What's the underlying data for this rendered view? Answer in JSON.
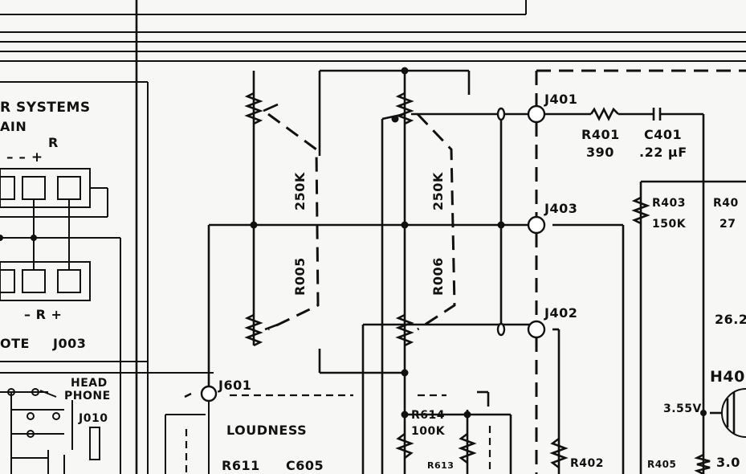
{
  "labels": {
    "systems": "R  SYSTEMS",
    "main": "AIN",
    "r_top": "R",
    "pm_top": "–  –  +",
    "r_bot": "– R +",
    "mote": "OTE",
    "j003": "J003",
    "head": "HEAD",
    "phone": "PHONE",
    "j010": "J010",
    "pot_250k_a": "250K",
    "pot_r005": "R005",
    "pot_250k_b": "250K",
    "pot_r006": "R006",
    "j601": "J601",
    "loudness": "LOUDNESS",
    "r611": "R611",
    "c605": "C605",
    "r614": "R614",
    "r614_val": "100K",
    "r613": "R613",
    "j401": "J401",
    "r401": "R401",
    "r401_val": "390",
    "c401": "C401",
    "c401_val": ".22 μF",
    "j403": "J403",
    "r403": "R403",
    "r403_val": "150K",
    "r40x": "R40",
    "r40x_val": "27",
    "j402": "J402",
    "r402": "R402",
    "v262": "26.2",
    "h40": "H40",
    "v355": "3.55",
    "v_suffix": "V",
    "r405": "R405",
    "v30": "3.0"
  }
}
